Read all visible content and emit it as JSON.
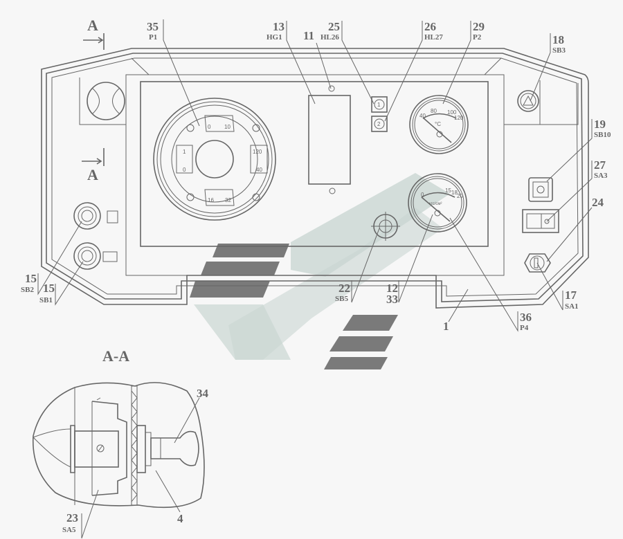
{
  "title": "Instrument panel",
  "section_view": {
    "marker": "A",
    "title": "A-A"
  },
  "callouts": {
    "c35": {
      "num": "35",
      "ref": "P1"
    },
    "c13": {
      "num": "13",
      "ref": "HG1"
    },
    "c11": {
      "num": "11"
    },
    "c25": {
      "num": "25",
      "ref": "HL26"
    },
    "c26": {
      "num": "26",
      "ref": "HL27"
    },
    "c29": {
      "num": "29",
      "ref": "P2"
    },
    "c18": {
      "num": "18",
      "ref": "SB3"
    },
    "c19": {
      "num": "19",
      "ref": "SB10"
    },
    "c27": {
      "num": "27",
      "ref": "SA3"
    },
    "c24": {
      "num": "24"
    },
    "c17": {
      "num": "17",
      "ref": "SA1"
    },
    "c36": {
      "num": "36",
      "ref": "P4"
    },
    "c1": {
      "num": "1"
    },
    "c22": {
      "num": "22",
      "ref": "SB5"
    },
    "c12": {
      "num": "12"
    },
    "c33": {
      "num": "33"
    },
    "c15a": {
      "num": "15",
      "ref": "SB2"
    },
    "c15b": {
      "num": "15",
      "ref": "SB1"
    },
    "c34": {
      "num": "34"
    },
    "c23": {
      "num": "23",
      "ref": "SA5"
    },
    "c4": {
      "num": "4"
    }
  },
  "gauges": {
    "combo": {
      "top": [
        "0",
        "10"
      ],
      "left": [
        "1",
        "0"
      ],
      "right": [
        "120",
        "40"
      ],
      "bottom": [
        "16",
        "32"
      ]
    },
    "temp": {
      "ticks": [
        "40",
        "80",
        "100",
        "120"
      ],
      "unit": "°C"
    },
    "pressure": {
      "ticks": [
        "0",
        "15",
        "18",
        "20"
      ],
      "unit": "кгс/см²"
    }
  },
  "indicators": {
    "hl26": "1",
    "hl27": "2"
  },
  "colors": {
    "line": "#666666",
    "background": "#f7f7f7",
    "watermark": "#c9d6d2"
  }
}
